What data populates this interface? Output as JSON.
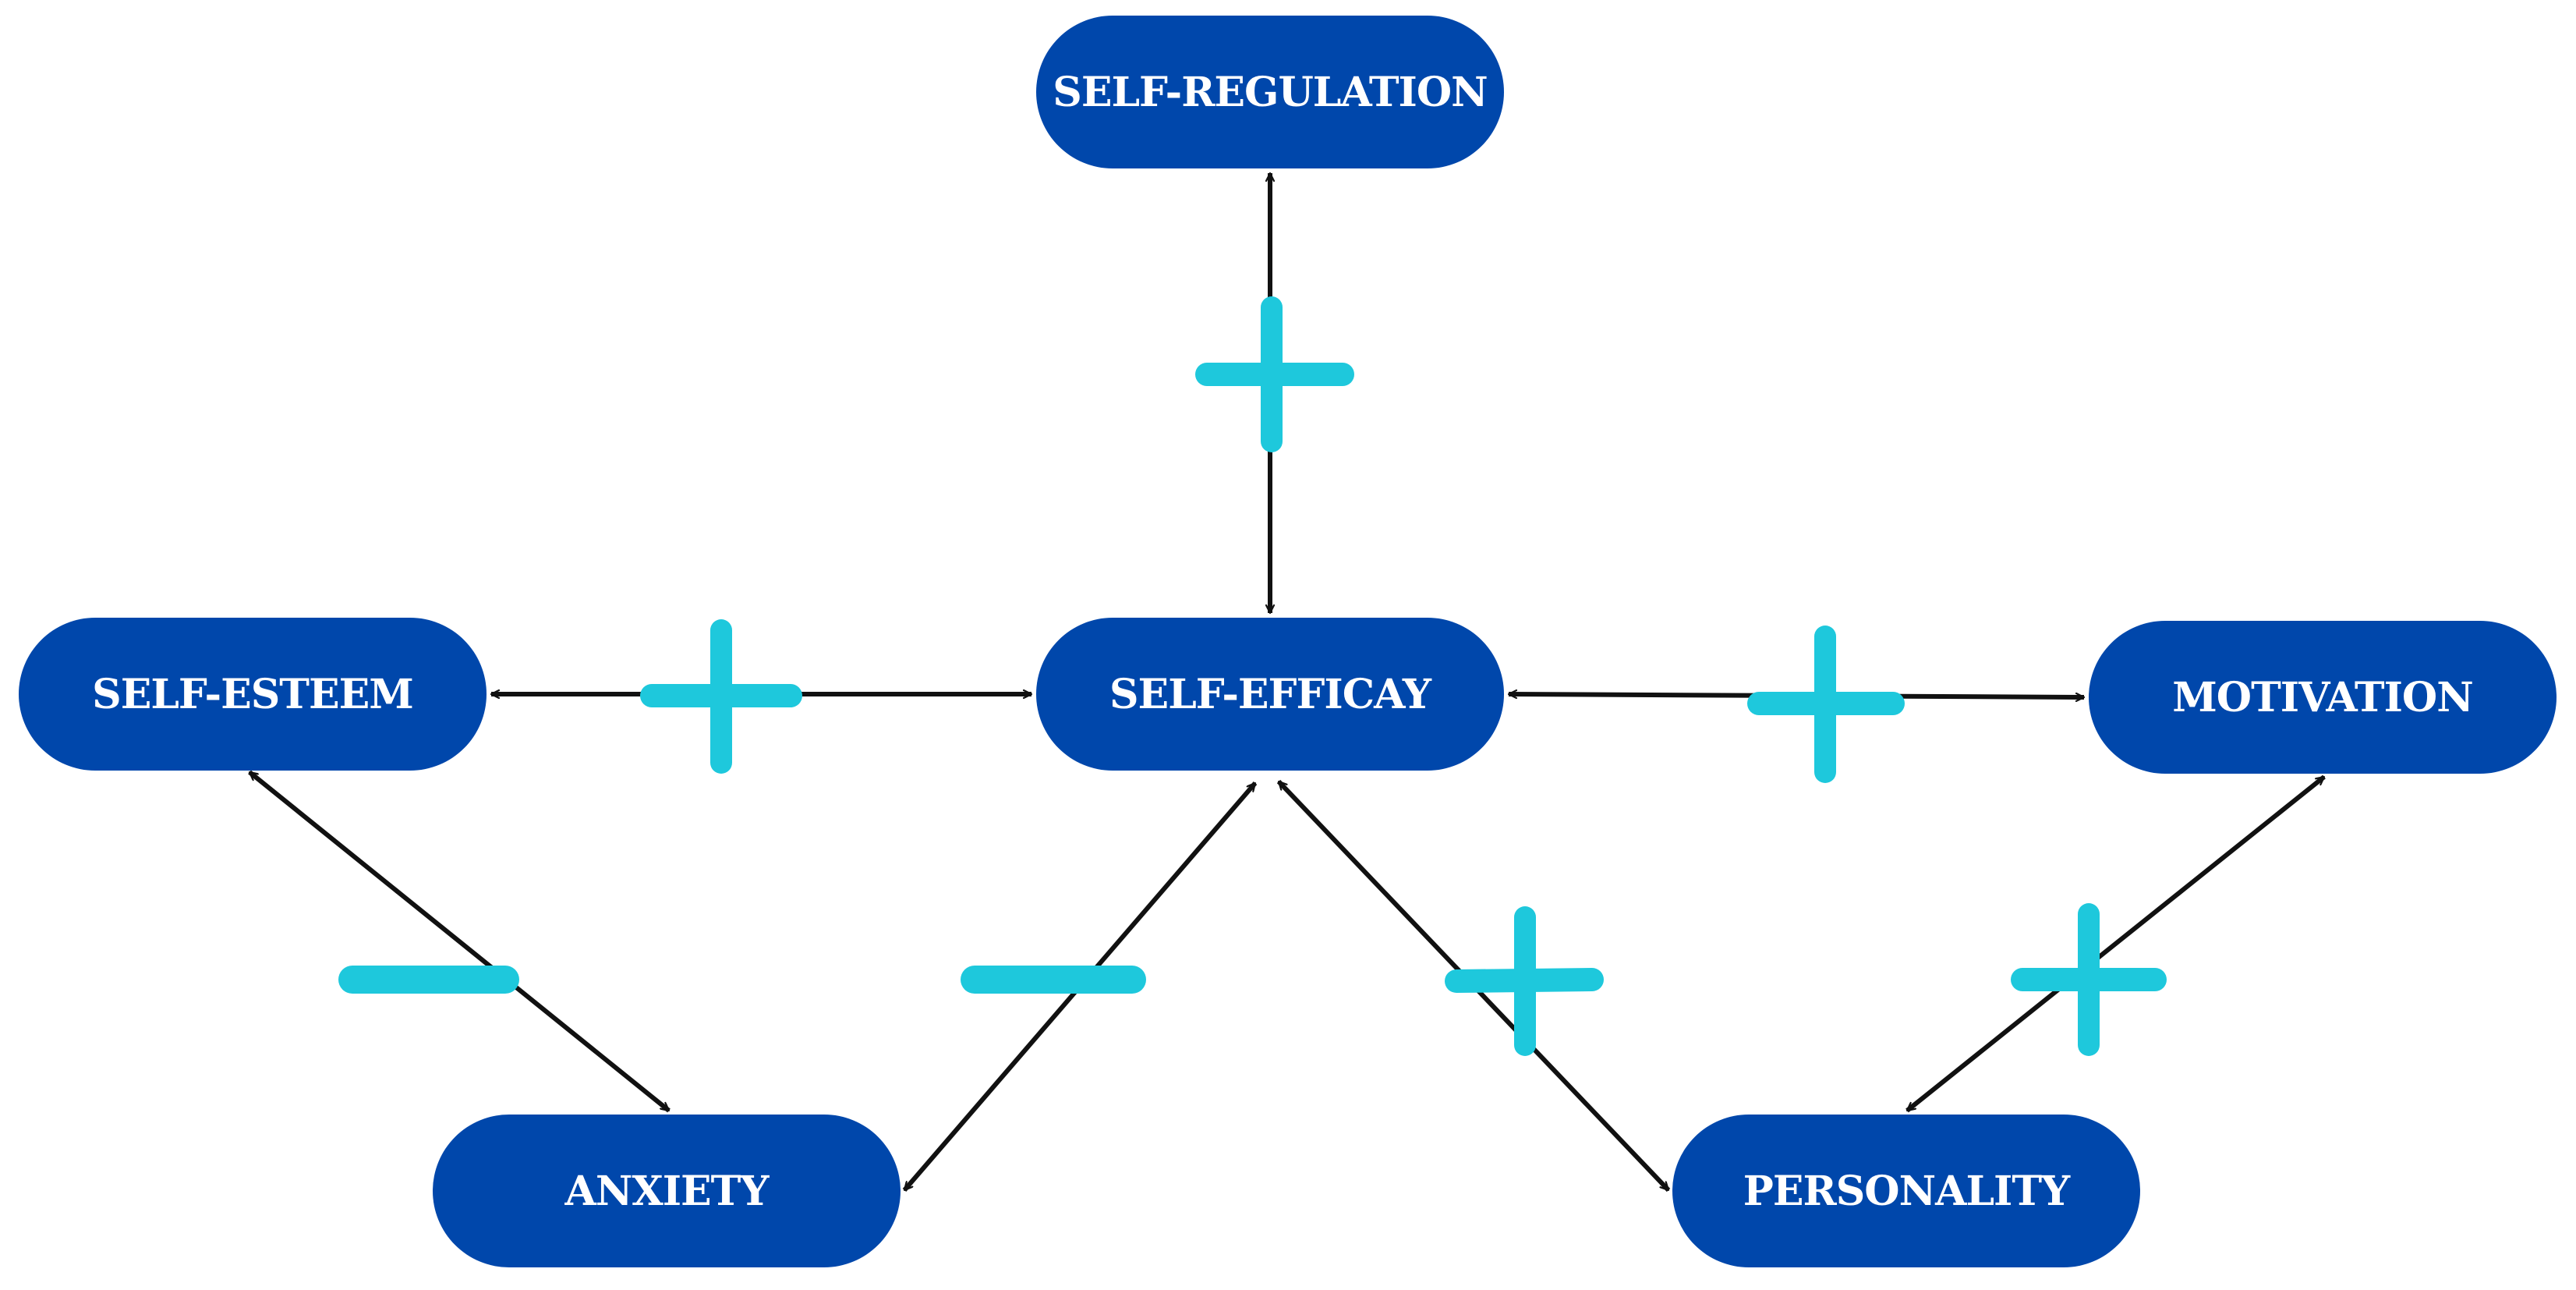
{
  "nodes": {
    "self_regulation": "SELF-REGULATION",
    "self_esteem": "SELF-ESTEEM",
    "self_efficacy": "SELF-EFFICAY",
    "motivation": "MOTIVATION",
    "anxiety": "ANXIETY",
    "personality": "PERSONALITY"
  },
  "relations": [
    {
      "from": "self_efficacy",
      "to": "self_regulation",
      "sign": "+"
    },
    {
      "from": "self_esteem",
      "to": "self_efficacy",
      "sign": "+"
    },
    {
      "from": "self_efficacy",
      "to": "motivation",
      "sign": "+"
    },
    {
      "from": "self_esteem",
      "to": "anxiety",
      "sign": "-"
    },
    {
      "from": "anxiety",
      "to": "self_efficacy",
      "sign": "-"
    },
    {
      "from": "self_efficacy",
      "to": "personality",
      "sign": "+"
    },
    {
      "from": "personality",
      "to": "motivation",
      "sign": "+"
    }
  ],
  "colors": {
    "node_fill": "#0047AB",
    "node_text": "#FFFFFF",
    "arrow": "#111111",
    "sign": "#1EC8DC"
  }
}
